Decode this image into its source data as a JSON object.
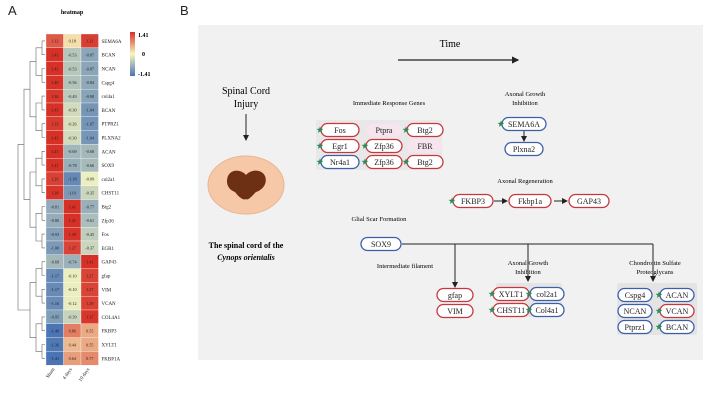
{
  "panel_a": {
    "label": "A",
    "title": "heatmap",
    "legend": {
      "max": "1.41",
      "mid": "0",
      "min": "-1.41"
    },
    "columns": [
      "Sham",
      "4 days",
      "10 days"
    ],
    "rows": [
      {
        "gene": "SEMA6A",
        "values": [
          "1.12",
          "0.18",
          "1.31"
        ]
      },
      {
        "gene": "BCAN",
        "values": [
          "1.41",
          "-0.53",
          "-0.87"
        ]
      },
      {
        "gene": "NCAN",
        "values": [
          "1.41",
          "-0.53",
          "-0.87"
        ]
      },
      {
        "gene": "Cspg4",
        "values": [
          "1.40",
          "-0.56",
          "-0.84"
        ]
      },
      {
        "gene": "col4a1",
        "values": [
          "1.36",
          "-0.49",
          "-0.90"
        ]
      },
      {
        "gene": "BCAN",
        "values": [
          "1.41",
          "-0.30",
          "-1.04"
        ]
      },
      {
        "gene": "PTPRZ1",
        "values": [
          "1.33",
          "-0.26",
          "-1.07"
        ]
      },
      {
        "gene": "PLXNA2",
        "values": [
          "1.41",
          "-0.30",
          "-1.04"
        ]
      },
      {
        "gene": "ACAN",
        "values": [
          "1.41",
          "-0.69",
          "-0.68"
        ]
      },
      {
        "gene": "SOX9",
        "values": [
          "1.41",
          "-0.78",
          "-0.66"
        ]
      },
      {
        "gene": "col2a1",
        "values": [
          "1.29",
          "-1.18",
          "-0.09"
        ]
      },
      {
        "gene": "CHST11",
        "values": [
          "1.38",
          "-1.01",
          "-0.35"
        ]
      },
      {
        "gene": "Btg2",
        "values": [
          "-0.81",
          "1.41",
          "-0.77"
        ]
      },
      {
        "gene": "Zfp36",
        "values": [
          "-0.80",
          "1.41",
          "-0.61"
        ]
      },
      {
        "gene": "Fos",
        "values": [
          "-0.93",
          "1.39",
          "-0.45"
        ]
      },
      {
        "gene": "EGR1",
        "values": [
          "-1.00",
          "1.27",
          "-0.37"
        ]
      },
      {
        "gene": "GAP43",
        "values": [
          "-0.68",
          "-0.74",
          "1.41"
        ]
      },
      {
        "gene": "gfap",
        "values": [
          "-1.17",
          "-0.10",
          "1.27"
        ]
      },
      {
        "gene": "VIM",
        "values": [
          "-1.17",
          "-0.10",
          "1.27"
        ]
      },
      {
        "gene": "VCAN",
        "values": [
          "-1.16",
          "-0.12",
          "1.29"
        ]
      },
      {
        "gene": "COL4A1",
        "values": [
          "-0.95",
          "-0.39",
          "1.37"
        ]
      },
      {
        "gene": "FKBP3",
        "values": [
          "-1.40",
          "0.86",
          "0.55"
        ]
      },
      {
        "gene": "XYLT1",
        "values": [
          "-1.36",
          "0.44",
          "0.55"
        ]
      },
      {
        "gene": "FKBP1A",
        "values": [
          "-1.41",
          "0.64",
          "0.77"
        ]
      }
    ],
    "colors": {
      "high": "#d73027",
      "mid": "#f7f7c0",
      "low": "#4a74b4"
    }
  },
  "panel_b": {
    "label": "B",
    "time_label": "Time",
    "injury_line1": "Spinal Cord",
    "injury_line2": "Injury",
    "caption_line1": "The spinal cord of the",
    "caption_line2": "Cynops orientalis",
    "sections": {
      "immediate": "Immediate Response Genes",
      "axonal_inhibition_top_1": "Axonal Growth",
      "axonal_inhibition_top_2": "Inhibition",
      "regeneration": "Axonal Regeneration",
      "glial": "Glial Scar Formation",
      "intermediate": "Intermediate filament",
      "axonal_inhibition_bottom_1": "Axonal Growth",
      "axonal_inhibition_bottom_2": "Inhibition",
      "chondroitin_1": "Chondroitin Sulfate",
      "chondroitin_2": "Proteoglycans"
    },
    "genes": {
      "fos": "Fos",
      "egr1": "Egr1",
      "nr4a1": "Nr4a1",
      "ptpra": "Ptpra",
      "zfp36a": "Zfp36",
      "zfp36b": "Zfp36",
      "btg2a": "Btg2",
      "fbr": "FBR",
      "btg2b": "Btg2",
      "sema6a": "SEMA6A",
      "plxna2": "Plxna2",
      "fkbp3": "FKBP3",
      "fkbp1a": "Fkbp1a",
      "gap43": "GAP43",
      "sox9": "SOX9",
      "gfap": "gfap",
      "vim": "VIM",
      "xylt1": "XYLT1",
      "col2a1": "col2a1",
      "chst11": "CHST11",
      "col4a1": "Col4a1",
      "cspg4": "Cspg4",
      "acan": "ACAN",
      "ncan": "NCAN",
      "vcan": "VCAN",
      "ptprz1": "Ptprz1",
      "bcan": "BCAN"
    },
    "colors": {
      "up": "#c8373e",
      "down": "#3d5fa8",
      "star": "#2e8b57",
      "box_bg": "#f3f3f3"
    }
  }
}
